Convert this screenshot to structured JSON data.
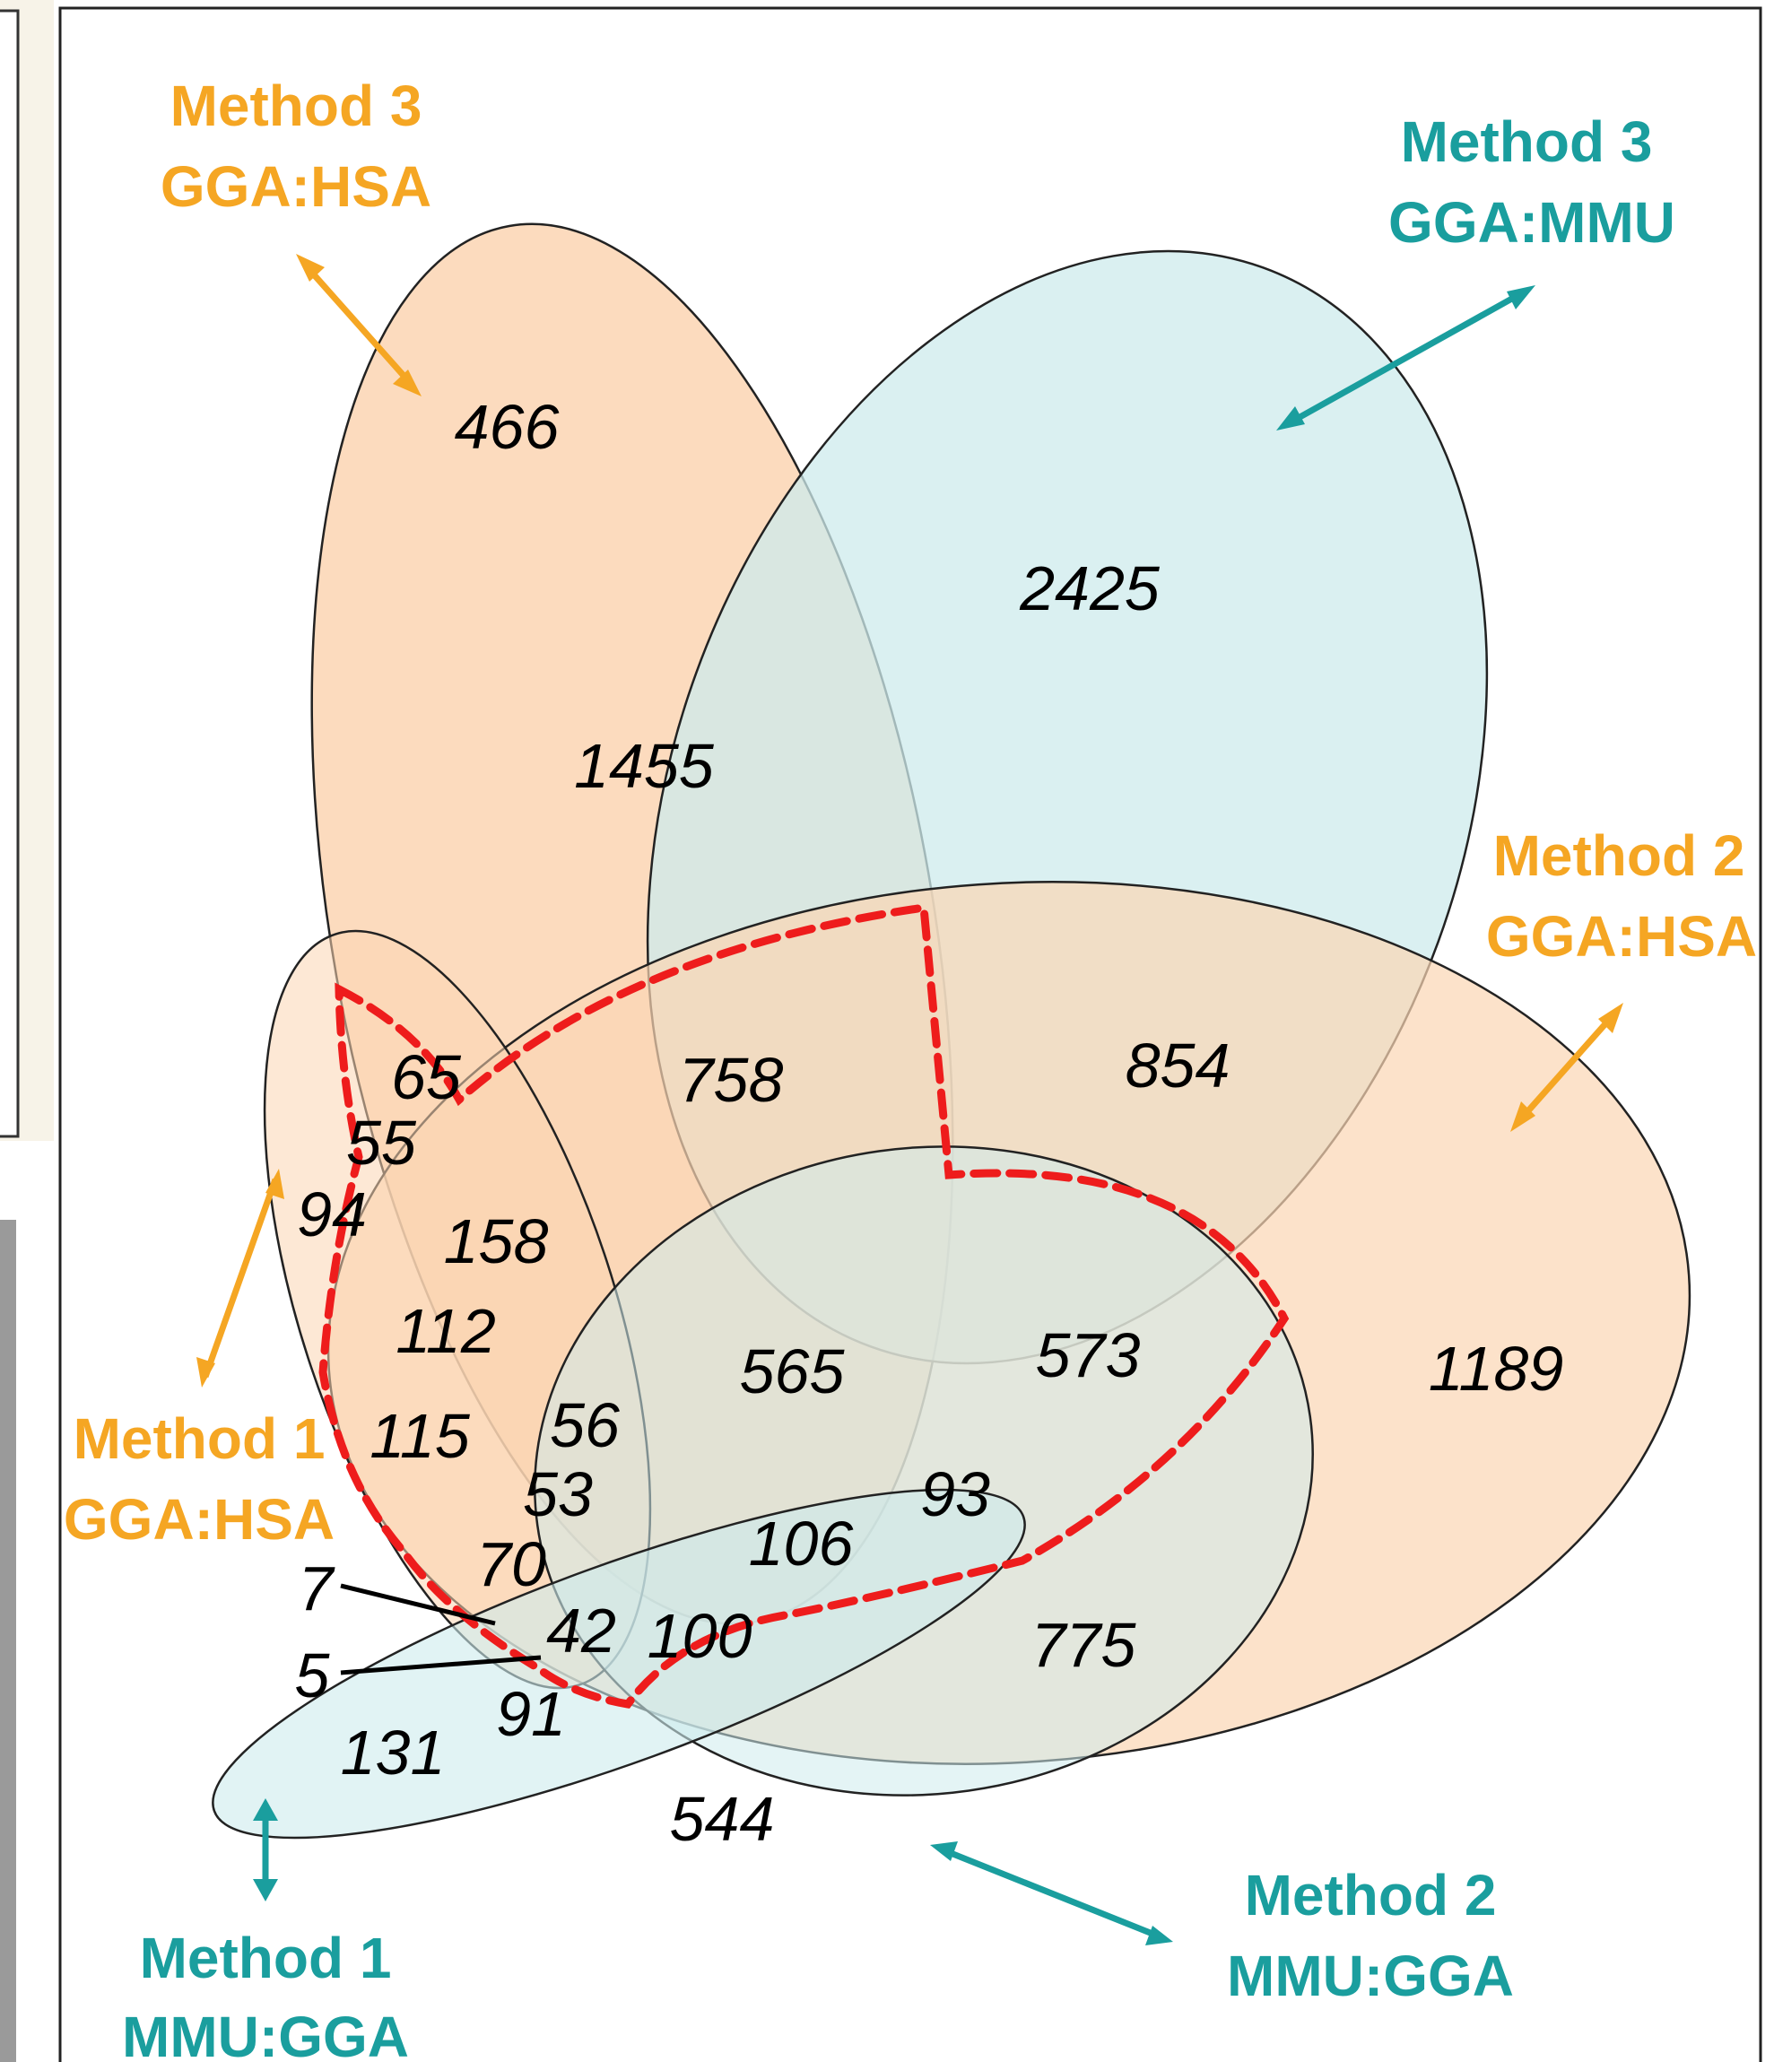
{
  "colors": {
    "orange_fill": "#fbd5b3",
    "blue_fill": "#cdebec",
    "orange_label": "#f5a623",
    "teal_label": "#1a9e9e",
    "dashed": "#ee1c1c",
    "panel_bg": "#f7f3e8"
  },
  "labels": {
    "m3_hsa": {
      "line1": "Method 3",
      "line2": "GGA:HSA"
    },
    "m3_mmu": {
      "line1": "Method 3",
      "line2": "GGA:MMU"
    },
    "m2_hsa": {
      "line1": "Method 2",
      "line2": "GGA:HSA"
    },
    "m1_hsa": {
      "line1": "Method 1",
      "line2": "GGA:HSA"
    },
    "m1_mmu": {
      "line1": "Method 1",
      "line2": "MMU:GGA"
    },
    "m2_mmu": {
      "line1": "Method 2",
      "line2": "MMU:GGA"
    }
  },
  "counts": {
    "c466": "466",
    "c2425": "2425",
    "c1455": "1455",
    "c854": "854",
    "c758": "758",
    "c65": "65",
    "c55": "55",
    "c94": "94",
    "c158": "158",
    "c112": "112",
    "c565": "565",
    "c573": "573",
    "c1189": "1189",
    "c115": "115",
    "c56": "56",
    "c53": "53",
    "c93": "93",
    "c106": "106",
    "c70": "70",
    "c7": "7",
    "c42": "42",
    "c100": "100",
    "c775": "775",
    "c5": "5",
    "c91": "91",
    "c131": "131",
    "c544": "544"
  }
}
